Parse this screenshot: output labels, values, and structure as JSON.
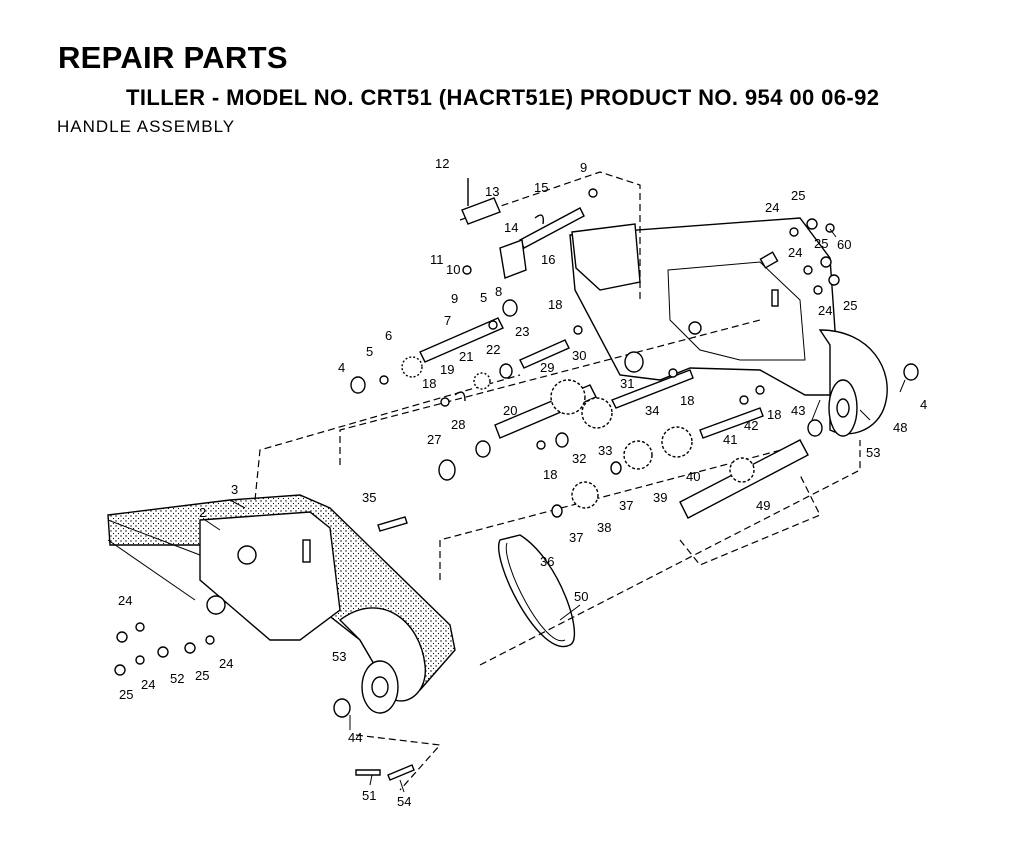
{
  "header": {
    "title": "REPAIR PARTS",
    "subtitle": "TILLER - MODEL NO. CRT51 (HACRT51E) PRODUCT NO. 954 00 06-92",
    "section": "HANDLE ASSEMBLY"
  },
  "callouts": {
    "c2": "2",
    "c3": "3",
    "c4a": "4",
    "c4b": "4",
    "c5a": "5",
    "c5b": "5",
    "c6": "6",
    "c7": "7",
    "c8": "8",
    "c9a": "9",
    "c9b": "9",
    "c10": "10",
    "c11": "11",
    "c12": "12",
    "c13": "13",
    "c14": "14",
    "c15": "15",
    "c16": "16",
    "c18a": "18",
    "c18b": "18",
    "c18c": "18",
    "c18d": "18",
    "c18e": "18",
    "c19": "19",
    "c20": "20",
    "c21": "21",
    "c22": "22",
    "c23": "23",
    "c24a": "24",
    "c24b": "24",
    "c24c": "24",
    "c24d": "24",
    "c24e": "24",
    "c24f": "24",
    "c25a": "25",
    "c25b": "25",
    "c25c": "25",
    "c25d": "25",
    "c25e": "25",
    "c27": "27",
    "c28": "28",
    "c29": "29",
    "c30": "30",
    "c31": "31",
    "c32": "32",
    "c33": "33",
    "c34": "34",
    "c35": "35",
    "c36": "36",
    "c37a": "37",
    "c37b": "37",
    "c38": "38",
    "c39": "39",
    "c40": "40",
    "c41": "41",
    "c42": "42",
    "c43": "43",
    "c44": "44",
    "c48": "48",
    "c49": "49",
    "c50": "50",
    "c51": "51",
    "c52": "52",
    "c53a": "53",
    "c53b": "53",
    "c54": "54",
    "c60": "60"
  }
}
